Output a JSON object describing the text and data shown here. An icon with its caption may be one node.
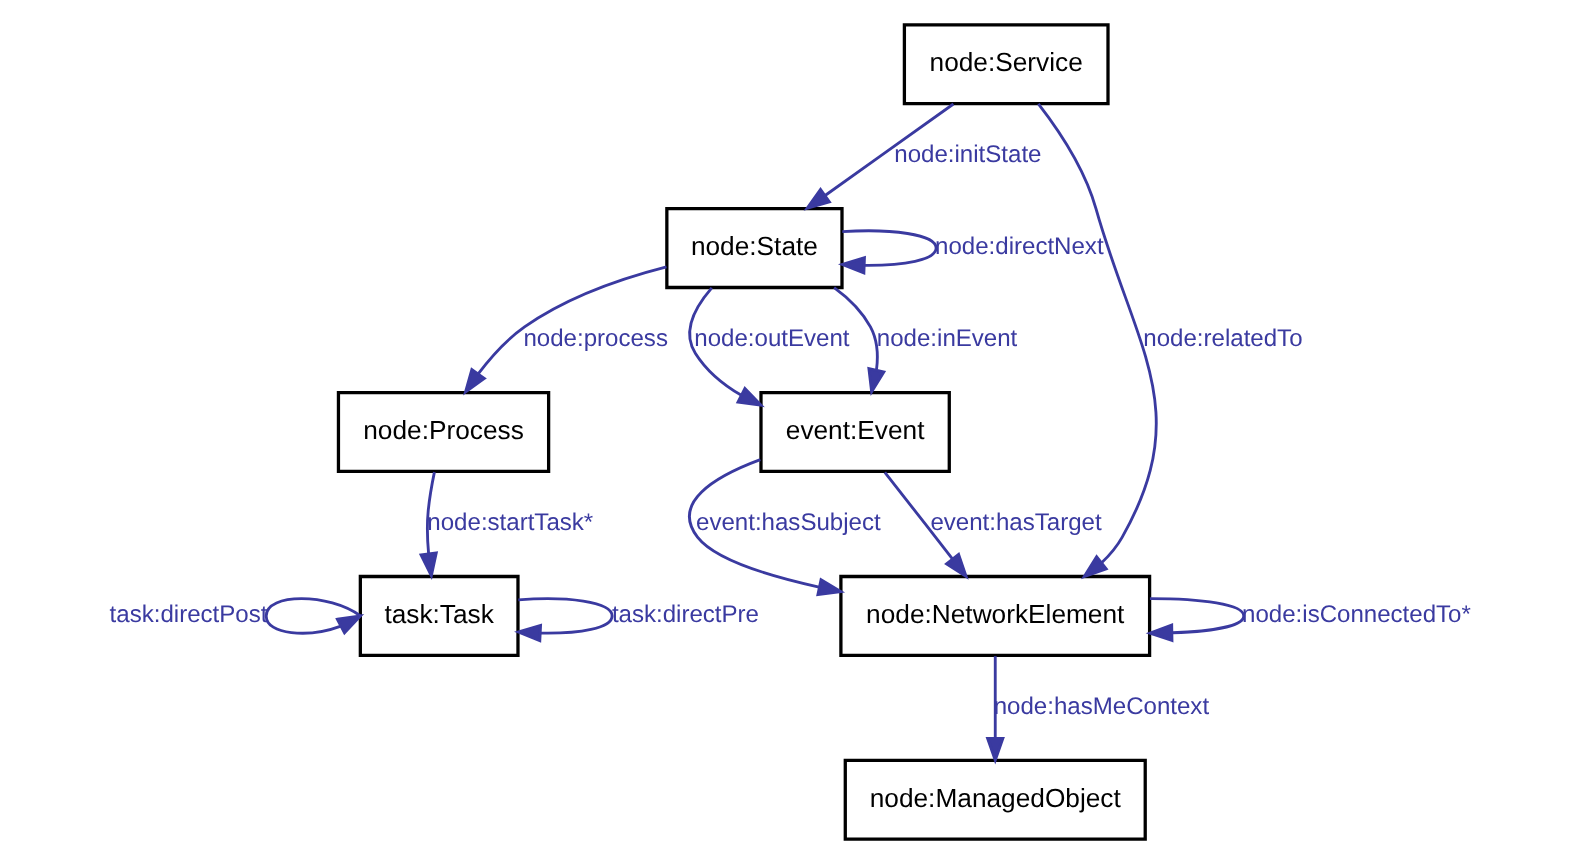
{
  "diagram": {
    "nodes": [
      {
        "text": [
          "node:Service"
        ]
      },
      {
        "text": [
          "node:State"
        ]
      },
      {
        "text": [
          "event:Event"
        ]
      },
      {
        "text": [
          "node:Process"
        ]
      },
      {
        "text": [
          "node:NetworkElement"
        ]
      },
      {
        "text": [
          "task:Task"
        ]
      },
      {
        "text": [
          "node:ManagedObject"
        ]
      }
    ],
    "edges": [
      {
        "from": 0,
        "to": 1,
        "arrow": "to",
        "label": "node:initState"
      },
      {
        "from": 1,
        "to": 1,
        "arrow": "to",
        "label": "node:directNext"
      },
      {
        "from": 0,
        "to": 4,
        "arrow": "to",
        "label": "node:relatedTo"
      },
      {
        "from": 1,
        "to": 2,
        "arrow": "to",
        "label": "node:inEvent"
      },
      {
        "from": 1,
        "to": 2,
        "arrow": "to",
        "label": "node:outEvent"
      },
      {
        "from": 1,
        "to": 3,
        "arrow": "to",
        "label": "node:process"
      },
      {
        "from": 2,
        "to": 4,
        "arrow": "to",
        "label": "event:hasSubject"
      },
      {
        "from": 2,
        "to": 4,
        "arrow": "to",
        "label": "event:hasTarget"
      },
      {
        "from": 3,
        "to": 5,
        "arrow": "to",
        "label": "node:startTask*"
      },
      {
        "from": 4,
        "to": 4,
        "arrow": "to",
        "label": "node:isConnectedTo*"
      },
      {
        "from": 5,
        "to": 5,
        "arrow": "to",
        "label": "task:directPre"
      },
      {
        "from": 5,
        "to": 5,
        "arrow": "to",
        "label": "task:directPost"
      },
      {
        "from": 4,
        "to": 6,
        "arrow": "to",
        "label": "node:hasMeContext"
      }
    ]
  }
}
